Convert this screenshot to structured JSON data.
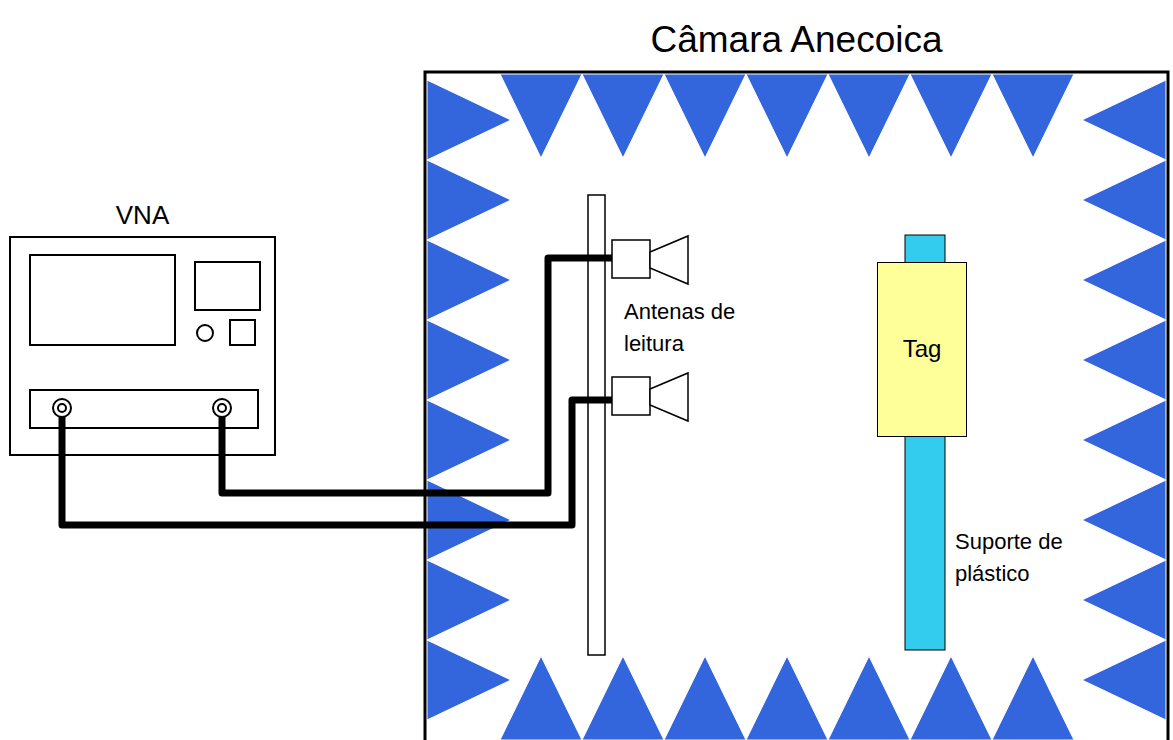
{
  "diagram": {
    "nodes": [
      {
        "text": [
          "VNA"
        ]
      },
      {
        "text": [
          "Câmara Anecoica"
        ]
      },
      {
        "text": [
          "Tag"
        ],
        "in": 1
      }
    ],
    "labels": [
      "Antenas de leitura",
      "Suporte de plástico"
    ]
  }
}
